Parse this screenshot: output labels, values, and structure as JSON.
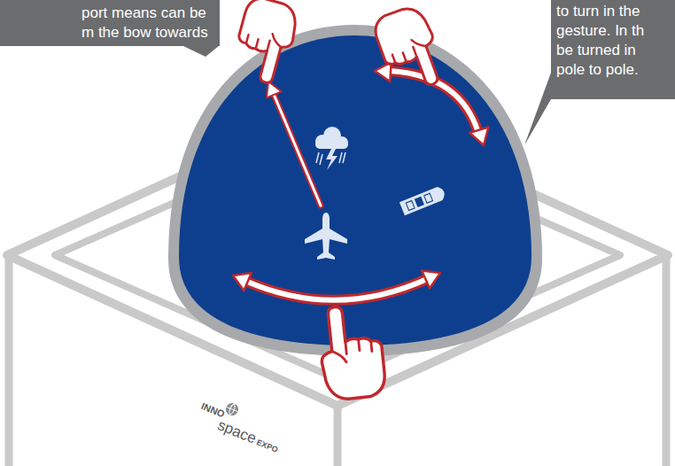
{
  "diagram": {
    "nodes": [
      {
        "text": [
          "port means can be m the bow towards"
        ]
      },
      {
        "text": [
          "to turn in the gesture. In th be turned in pole to pole."
        ]
      }
    ],
    "labels": [
      "INNO",
      "space",
      "EXPO"
    ]
  }
}
